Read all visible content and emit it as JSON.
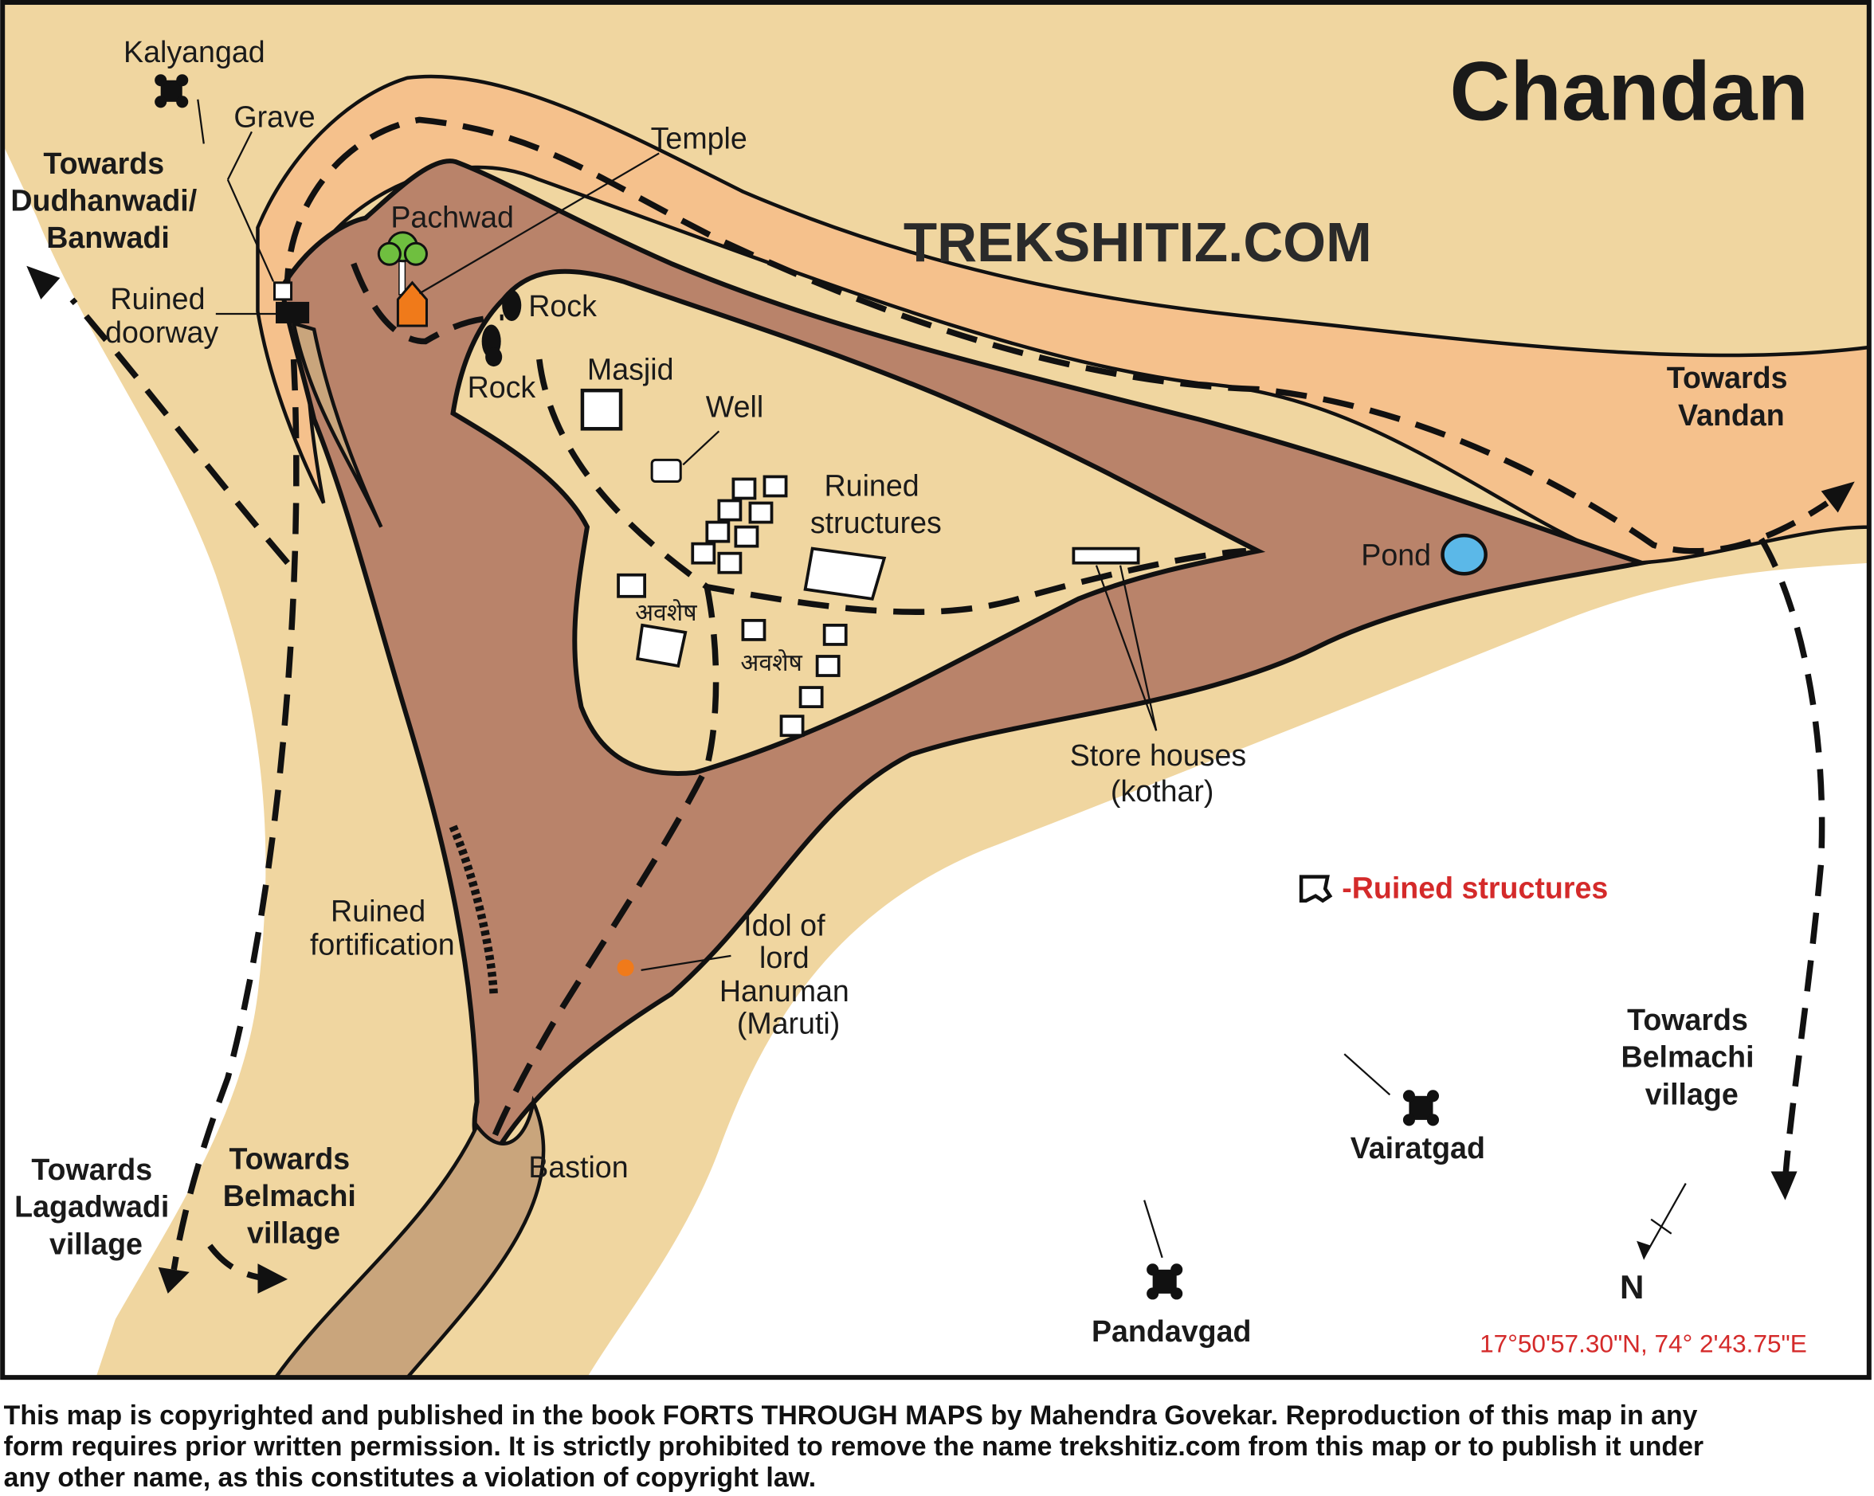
{
  "map": {
    "title": "Chandan",
    "website": "TREKSHITIZ.COM",
    "coordinates": "17°50'57.30\"N, 74° 2'43.75\"E",
    "north_label": "N",
    "legend": {
      "icon": "ruined-structure-icon",
      "label": "-Ruined structures"
    },
    "colors": {
      "plain": "#f0d6a0",
      "ridge": "#f5c18c",
      "plateau": "#b9836a",
      "scree": "#c9a57c",
      "pond": "#5bb8e8",
      "legend_text": "#d42a2a"
    },
    "labels": {
      "kalyangad": "Kalyangad",
      "grave": "Grave",
      "temple": "Temple",
      "pachwad": "Pachwad",
      "towards_dudhanwadi": [
        "Towards",
        "Dudhanwadi/",
        "Banwadi"
      ],
      "ruined_doorway": [
        "Ruined",
        "doorway"
      ],
      "rock_1": "Rock",
      "rock_2": "Rock",
      "masjid": "Masjid",
      "well": "Well",
      "ruined_structures": [
        "Ruined",
        "structures"
      ],
      "avashesh_1": "अवशेष",
      "avashesh_2": "अवशेष",
      "pond": "Pond",
      "towards_vandan": [
        "Towards",
        "Vandan"
      ],
      "store_houses": [
        "Store houses",
        "(kothar)"
      ],
      "ruined_fortification": [
        "Ruined",
        "fortification"
      ],
      "idol": [
        "Idol of",
        "lord",
        "Hanuman",
        "(Maruti)"
      ],
      "bastion": "Bastion",
      "towards_lagadwadi": [
        "Towards",
        "Lagadwadi",
        "village"
      ],
      "towards_belmachi_left": [
        "Towards",
        "Belmachi",
        "village"
      ],
      "towards_belmachi_right": [
        "Towards",
        "Belmachi",
        "village"
      ],
      "vairatgad": "Vairatgad",
      "pandavgad": "Pandavgad"
    }
  },
  "footer": {
    "lines": [
      "This map is copyrighted and published in the book FORTS THROUGH MAPS by Mahendra Govekar. Reproduction of this map in any",
      "form requires prior written permission. It is strictly prohibited to remove the name trekshitiz.com from this map or to publish it under",
      "any other name, as this constitutes a violation of copyright law."
    ]
  }
}
